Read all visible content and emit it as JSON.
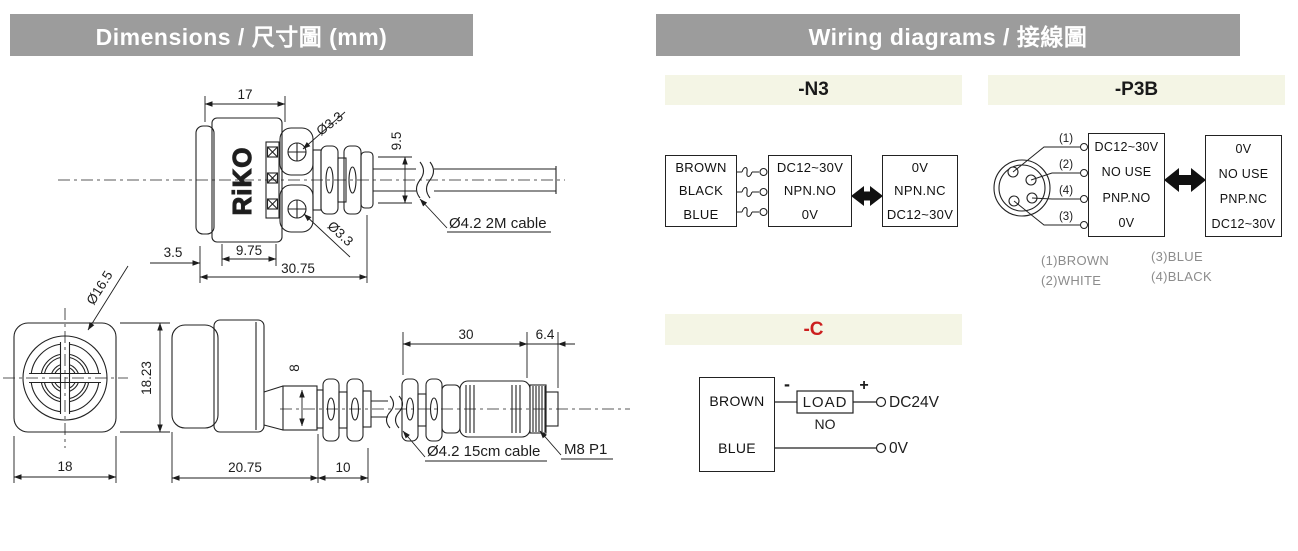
{
  "headers": {
    "dimensions_title": "Dimensions / 尺寸圖 (mm)",
    "wiring_title": "Wiring diagrams / 接線圖"
  },
  "side_view": {
    "brand": "RiKO",
    "dim_width": "17",
    "dim_hole_top": "Ø3.3",
    "dim_hole_bottom": "Ø3.3",
    "dim_height": "9.5",
    "dim_front": "3.5",
    "dim_body": "9.75",
    "dim_total": "30.75",
    "cable_label": "Ø4.2 2M cable"
  },
  "front_view": {
    "lens_dia": "Ø16.5",
    "dim_height": "18.23",
    "dim_width": "18"
  },
  "m8_view": {
    "dim_gland": "8",
    "dim_body": "20.75",
    "dim_collar": "10",
    "dim_cable": "30",
    "dim_connector": "6.4",
    "cable_label": "Ø4.2 15cm cable",
    "connector_label": "M8 P1"
  },
  "wiring": {
    "n3": {
      "title": "-N3",
      "left_box": [
        "BROWN",
        "BLACK",
        "BLUE"
      ],
      "mid_box": [
        "DC12~30V",
        "NPN.NO",
        "0V"
      ],
      "right_box": [
        "0V",
        "NPN.NC",
        "DC12~30V"
      ]
    },
    "p3b": {
      "title": "-P3B",
      "pin_labels": [
        "(1)",
        "(2)",
        "(4)",
        "(3)"
      ],
      "mid_box": [
        "DC12~30V",
        "NO USE",
        "PNP.NO",
        "0V"
      ],
      "right_box": [
        "0V",
        "NO USE",
        "PNP.NC",
        "DC12~30V"
      ],
      "legend_col1": [
        "(1)BROWN",
        "(2)WHITE"
      ],
      "legend_col2": [
        "(3)BLUE",
        "(4)BLACK"
      ]
    },
    "c": {
      "title": "-C",
      "box": [
        "BROWN",
        "BLUE"
      ],
      "load_label": "LOAD",
      "no_label": "NO",
      "minus": "-",
      "plus": "+",
      "terminal_top": "DC24V",
      "terminal_bottom": "0V"
    }
  },
  "colors": {
    "header_bg": "#9c9c9c",
    "section_bar_bg": "#f4f5e5",
    "accent_red": "#cc1f1f",
    "line": "#1d1d1d",
    "legend_gray": "#8c8c8c"
  }
}
